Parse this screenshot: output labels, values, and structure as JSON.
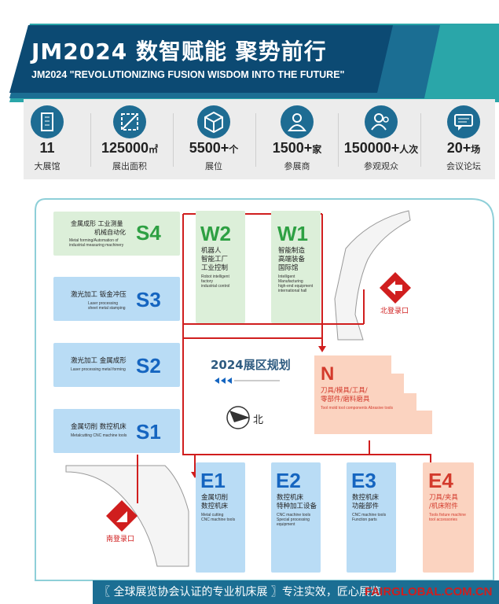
{
  "banner": {
    "title": "JM2024 数智赋能  聚势前行",
    "subtitle": "JM2024 \"REVOLUTIONIZING FUSION WISDOM INTO THE FUTURE\"",
    "colors": {
      "dark": "#0c4a73",
      "mid": "#1b6e93",
      "teal": "#2aa6a9"
    }
  },
  "stats": [
    {
      "icon": "building-icon",
      "value": "11",
      "unit": "",
      "label": "大展馆"
    },
    {
      "icon": "area-icon",
      "value": "125000",
      "unit": "㎡",
      "label": "展出面积"
    },
    {
      "icon": "cube-icon",
      "value": "5500+",
      "unit": "个",
      "label": "展位"
    },
    {
      "icon": "person-icon",
      "value": "1500+",
      "unit": "家",
      "label": "参展商"
    },
    {
      "icon": "visitor-icon",
      "value": "150000+",
      "unit": "人次",
      "label": "参观观众"
    },
    {
      "icon": "chat-icon",
      "value": "20+",
      "unit": "场",
      "label": "会议论坛"
    }
  ],
  "map": {
    "plan_title": "2024展区规划",
    "north_label": "北",
    "north_entry": "北登录口",
    "south_entry": "南登录口",
    "halls": [
      {
        "id": "S4",
        "code": "S4",
        "cn": [
          "金属成形  工业测量",
          "机械自动化"
        ],
        "en": [
          "Metal forming/Automation of",
          "industrial measuring machinery"
        ]
      },
      {
        "id": "S3",
        "code": "S3",
        "cn": [
          "激光加工  钣金冲压"
        ],
        "en": [
          "Laser processing",
          "sheet metal stamping"
        ]
      },
      {
        "id": "S2",
        "code": "S2",
        "cn": [
          "激光加工  金属成形"
        ],
        "en": [
          "Laser processing metal forming"
        ]
      },
      {
        "id": "S1",
        "code": "S1",
        "cn": [
          "金属切削  数控机床"
        ],
        "en": [
          "Metalcutting CNC machine tools"
        ]
      },
      {
        "id": "W2",
        "code": "W2",
        "cn": [
          "机器人",
          "智能工厂",
          "工业控制"
        ],
        "en": [
          "Robot intelligent",
          "factory",
          "industrial control"
        ]
      },
      {
        "id": "W1",
        "code": "W1",
        "cn": [
          "智能制造",
          "高端装备",
          "国际馆"
        ],
        "en": [
          "Intelligent",
          "Manufacturing",
          "high-end equipment",
          "international hall"
        ]
      },
      {
        "id": "N",
        "code": "N",
        "cn": [
          "刀具/模具/工具/",
          "零部件/磨料磨具"
        ],
        "en": [
          "Tool mold tool components Abrasive tools"
        ]
      },
      {
        "id": "E1",
        "code": "E1",
        "cn": [
          "金属切削",
          "数控机床"
        ],
        "en": [
          "Metal cutting",
          "CNC machine tools"
        ]
      },
      {
        "id": "E2",
        "code": "E2",
        "cn": [
          "数控机床",
          "特种加工设备"
        ],
        "en": [
          "CNC machine tools",
          "Special processing",
          "equipment"
        ]
      },
      {
        "id": "E3",
        "code": "E3",
        "cn": [
          "数控机床",
          "功能部件"
        ],
        "en": [
          "CNC machine tools",
          "Function parts"
        ]
      },
      {
        "id": "E4",
        "code": "E4",
        "cn": [
          "刀具/夹具",
          "/机床附件"
        ],
        "en": [
          "Tools fixture machine",
          "tool accessories"
        ]
      }
    ],
    "colors": {
      "green": "#dcefd9",
      "green_text": "#2ea043",
      "blue": "#b9dcf5",
      "blue_text": "#1565c0",
      "salmon": "#fbd3c0",
      "salmon_text": "#d33a2c",
      "route": "#d01e1e"
    }
  },
  "footer": {
    "slogan": "〖 全球展览协会认证的专业机床展 〗专注实效，匠心展览",
    "site": "FAIRGLOBAL.COM.CN"
  }
}
